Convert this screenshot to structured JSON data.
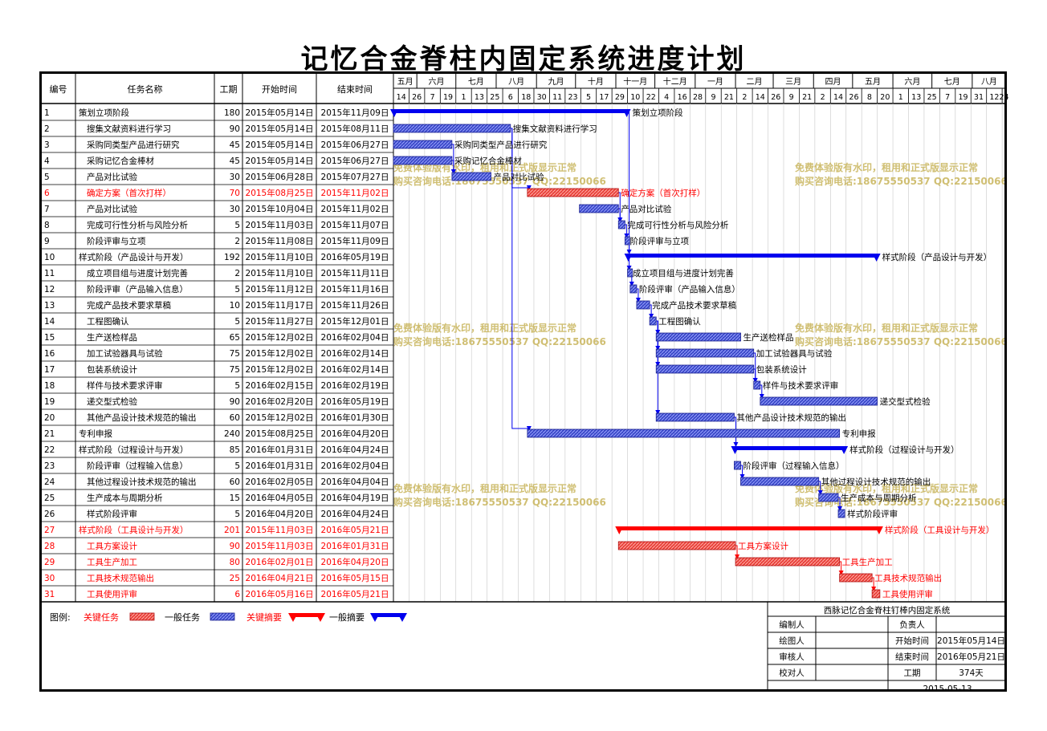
{
  "title": "记忆合金脊柱内固定系统进度计划",
  "colors": {
    "critical": "#e8403a",
    "normal": "#3b49c8",
    "critical_summary": "#ff0000",
    "normal_summary": "#0000ee",
    "watermark": "#c8b45a"
  },
  "table_headers": {
    "id": "编号",
    "name": "任务名称",
    "duration": "工期",
    "start": "开始时间",
    "end": "结束时间"
  },
  "month_labels": [
    "五月",
    "六月",
    "七月",
    "八月",
    "九月",
    "十月",
    "十一月",
    "十二月",
    "一月",
    "二月",
    "三月",
    "四月",
    "五月",
    "六月",
    "七月",
    "八月"
  ],
  "day_ticks": [
    "14",
    "26",
    "7",
    "19",
    "1",
    "13",
    "25",
    "6",
    "18",
    "30",
    "11",
    "23",
    "5",
    "17",
    "29",
    "10",
    "22",
    "4",
    "16",
    "28",
    "9",
    "21",
    "2",
    "14",
    "26",
    "9",
    "21",
    "2",
    "14",
    "26",
    "8",
    "20",
    "1",
    "13",
    "25",
    "7",
    "19",
    "31",
    "12",
    "24"
  ],
  "chart_data": {
    "type": "gantt",
    "title": "记忆合金脊柱内固定系统进度计划",
    "x_range": [
      "2015-05-14",
      "2016-08-27"
    ],
    "tasks": [
      {
        "id": "1",
        "name": "策划立项阶段",
        "level": 0,
        "duration": 180,
        "start": "2015年05月14日",
        "end": "2015年11月09日",
        "s": "2015-05-14",
        "e": "2015-11-09",
        "kind": "summary",
        "critical": false,
        "label": "策划立项阶段"
      },
      {
        "id": "2",
        "name": "搜集文献资料进行学习",
        "level": 1,
        "duration": 90,
        "start": "2015年05月14日",
        "end": "2015年08月11日",
        "s": "2015-05-14",
        "e": "2015-08-11",
        "kind": "task",
        "critical": false,
        "label": "搜集文献资料进行学习"
      },
      {
        "id": "3",
        "name": "采购同类型产品进行研究",
        "level": 1,
        "duration": 45,
        "start": "2015年05月14日",
        "end": "2015年06月27日",
        "s": "2015-05-14",
        "e": "2015-06-27",
        "kind": "task",
        "critical": false,
        "label": "采购同类型产品进行研究"
      },
      {
        "id": "4",
        "name": "采购记忆合金棒材",
        "level": 1,
        "duration": 45,
        "start": "2015年05月14日",
        "end": "2015年06月27日",
        "s": "2015-05-14",
        "e": "2015-06-27",
        "kind": "task",
        "critical": false,
        "label": "采购记忆合金棒材"
      },
      {
        "id": "5",
        "name": "产品对比试验",
        "level": 1,
        "duration": 30,
        "start": "2015年06月28日",
        "end": "2015年07月27日",
        "s": "2015-06-28",
        "e": "2015-07-27",
        "kind": "task",
        "critical": false,
        "label": "产品对比试验"
      },
      {
        "id": "6",
        "name": "确定方案（首次打样）",
        "level": 1,
        "duration": 70,
        "start": "2015年08月25日",
        "end": "2015年11月02日",
        "s": "2015-08-25",
        "e": "2015-11-02",
        "kind": "task",
        "critical": true,
        "label": "确定方案（首次打样）"
      },
      {
        "id": "7",
        "name": "产品对比试验",
        "level": 1,
        "duration": 30,
        "start": "2015年10月04日",
        "end": "2015年11月02日",
        "s": "2015-10-04",
        "e": "2015-11-02",
        "kind": "task",
        "critical": false,
        "label": "产品对比试验"
      },
      {
        "id": "8",
        "name": "完成可行性分析与风险分析",
        "level": 1,
        "duration": 5,
        "start": "2015年11月03日",
        "end": "2015年11月07日",
        "s": "2015-11-03",
        "e": "2015-11-07",
        "kind": "task",
        "critical": false,
        "label": "完成可行性分析与风险分析"
      },
      {
        "id": "9",
        "name": "阶段评审与立项",
        "level": 1,
        "duration": 2,
        "start": "2015年11月08日",
        "end": "2015年11月09日",
        "s": "2015-11-08",
        "e": "2015-11-09",
        "kind": "task",
        "critical": false,
        "label": "阶段评审与立项"
      },
      {
        "id": "10",
        "name": "样式阶段（产品设计与开发）",
        "level": 0,
        "duration": 192,
        "start": "2015年11月10日",
        "end": "2016年05月19日",
        "s": "2015-11-10",
        "e": "2016-05-19",
        "kind": "summary",
        "critical": false,
        "label": "样式阶段（产品设计与开发）"
      },
      {
        "id": "11",
        "name": "成立项目组与进度计划完善",
        "level": 1,
        "duration": 2,
        "start": "2015年11月10日",
        "end": "2015年11月11日",
        "s": "2015-11-10",
        "e": "2015-11-11",
        "kind": "task",
        "critical": false,
        "label": "成立项目组与进度计划完善"
      },
      {
        "id": "12",
        "name": "阶段评审（产品输入信息）",
        "level": 1,
        "duration": 5,
        "start": "2015年11月12日",
        "end": "2015年11月16日",
        "s": "2015-11-12",
        "e": "2015-11-16",
        "kind": "task",
        "critical": false,
        "label": "阶段评审（产品输入信息）"
      },
      {
        "id": "13",
        "name": "完成产品技术要求草稿",
        "level": 1,
        "duration": 10,
        "start": "2015年11月17日",
        "end": "2015年11月26日",
        "s": "2015-11-17",
        "e": "2015-11-26",
        "kind": "task",
        "critical": false,
        "label": "完成产品技术要求草稿"
      },
      {
        "id": "14",
        "name": "工程图确认",
        "level": 1,
        "duration": 5,
        "start": "2015年11月27日",
        "end": "2015年12月01日",
        "s": "2015-11-27",
        "e": "2015-12-01",
        "kind": "task",
        "critical": false,
        "label": "工程图确认"
      },
      {
        "id": "15",
        "name": "生产送检样品",
        "level": 1,
        "duration": 65,
        "start": "2015年12月02日",
        "end": "2016年02月04日",
        "s": "2015-12-02",
        "e": "2016-02-04",
        "kind": "task",
        "critical": false,
        "label": "生产送检样品"
      },
      {
        "id": "16",
        "name": "加工试验器具与试验",
        "level": 1,
        "duration": 75,
        "start": "2015年12月02日",
        "end": "2016年02月14日",
        "s": "2015-12-02",
        "e": "2016-02-14",
        "kind": "task",
        "critical": false,
        "label": "加工试验器具与试验"
      },
      {
        "id": "17",
        "name": "包装系统设计",
        "level": 1,
        "duration": 75,
        "start": "2015年12月02日",
        "end": "2016年02月14日",
        "s": "2015-12-02",
        "e": "2016-02-14",
        "kind": "task",
        "critical": false,
        "label": "包装系统设计"
      },
      {
        "id": "18",
        "name": "样件与技术要求评审",
        "level": 1,
        "duration": 5,
        "start": "2016年02月15日",
        "end": "2016年02月19日",
        "s": "2016-02-15",
        "e": "2016-02-19",
        "kind": "task",
        "critical": false,
        "label": "样件与技术要求评审"
      },
      {
        "id": "19",
        "name": "递交型式检验",
        "level": 1,
        "duration": 90,
        "start": "2016年02月20日",
        "end": "2016年05月19日",
        "s": "2016-02-20",
        "e": "2016-05-19",
        "kind": "task",
        "critical": false,
        "label": "递交型式检验"
      },
      {
        "id": "20",
        "name": "其他产品设计技术规范的输出",
        "level": 1,
        "duration": 60,
        "start": "2015年12月02日",
        "end": "2016年01月30日",
        "s": "2015-12-02",
        "e": "2016-01-30",
        "kind": "task",
        "critical": false,
        "label": "其他产品设计技术规范的输出"
      },
      {
        "id": "21",
        "name": "专利申报",
        "level": 0,
        "duration": 240,
        "start": "2015年08月25日",
        "end": "2016年04月20日",
        "s": "2015-08-25",
        "e": "2016-04-20",
        "kind": "task",
        "critical": false,
        "label": "专利申报"
      },
      {
        "id": "22",
        "name": "样式阶段（过程设计与开发）",
        "level": 0,
        "duration": 85,
        "start": "2016年01月31日",
        "end": "2016年04月24日",
        "s": "2016-01-31",
        "e": "2016-04-24",
        "kind": "summary",
        "critical": false,
        "label": "样式阶段（过程设计与开发）"
      },
      {
        "id": "23",
        "name": "阶段评审（过程输入信息）",
        "level": 1,
        "duration": 5,
        "start": "2016年01月31日",
        "end": "2016年02月04日",
        "s": "2016-01-31",
        "e": "2016-02-04",
        "kind": "task",
        "critical": false,
        "label": "阶段评审（过程输入信息）"
      },
      {
        "id": "24",
        "name": "其他过程设计技术规范的输出",
        "level": 1,
        "duration": 60,
        "start": "2016年02月05日",
        "end": "2016年04月04日",
        "s": "2016-02-05",
        "e": "2016-04-04",
        "kind": "task",
        "critical": false,
        "label": "其他过程设计技术规范的输出"
      },
      {
        "id": "25",
        "name": "生产成本与周期分析",
        "level": 1,
        "duration": 15,
        "start": "2016年04月05日",
        "end": "2016年04月19日",
        "s": "2016-04-05",
        "e": "2016-04-19",
        "kind": "task",
        "critical": false,
        "label": "生产成本与周期分析"
      },
      {
        "id": "26",
        "name": "样式阶段评审",
        "level": 1,
        "duration": 5,
        "start": "2016年04月20日",
        "end": "2016年04月24日",
        "s": "2016-04-20",
        "e": "2016-04-24",
        "kind": "task",
        "critical": false,
        "label": "样式阶段评审"
      },
      {
        "id": "27",
        "name": "样式阶段（工具设计与开发）",
        "level": 0,
        "duration": 201,
        "start": "2015年11月03日",
        "end": "2016年05月21日",
        "s": "2015-11-03",
        "e": "2016-05-21",
        "kind": "summary",
        "critical": true,
        "label": "样式阶段（工具设计与开发）"
      },
      {
        "id": "28",
        "name": "工具方案设计",
        "level": 1,
        "duration": 90,
        "start": "2015年11月03日",
        "end": "2016年01月31日",
        "s": "2015-11-03",
        "e": "2016-01-31",
        "kind": "task",
        "critical": true,
        "label": "工具方案设计"
      },
      {
        "id": "29",
        "name": "工具生产加工",
        "level": 1,
        "duration": 80,
        "start": "2016年02月01日",
        "end": "2016年04月20日",
        "s": "2016-02-01",
        "e": "2016-04-20",
        "kind": "task",
        "critical": true,
        "label": "工具生产加工"
      },
      {
        "id": "30",
        "name": "工具技术规范输出",
        "level": 1,
        "duration": 25,
        "start": "2016年04月21日",
        "end": "2016年05月15日",
        "s": "2016-04-21",
        "e": "2016-05-15",
        "kind": "task",
        "critical": true,
        "label": "工具技术规范输出"
      },
      {
        "id": "31",
        "name": "工具使用评审",
        "level": 1,
        "duration": 6,
        "start": "2016年05月16日",
        "end": "2016年05月21日",
        "s": "2016-05-16",
        "e": "2016-05-21",
        "kind": "task",
        "critical": true,
        "label": "工具使用评审"
      }
    ],
    "dependencies": [
      [
        "2",
        "6"
      ],
      [
        "2",
        "21"
      ],
      [
        "3",
        "5"
      ],
      [
        "4",
        "5"
      ],
      [
        "6",
        "8"
      ],
      [
        "7",
        "8"
      ],
      [
        "8",
        "9"
      ],
      [
        "9",
        "11"
      ],
      [
        "11",
        "12"
      ],
      [
        "12",
        "13"
      ],
      [
        "13",
        "14"
      ],
      [
        "14",
        "15"
      ],
      [
        "14",
        "16"
      ],
      [
        "14",
        "17"
      ],
      [
        "14",
        "20"
      ],
      [
        "16",
        "18"
      ],
      [
        "17",
        "18"
      ],
      [
        "18",
        "19"
      ],
      [
        "20",
        "22"
      ],
      [
        "23",
        "24"
      ],
      [
        "24",
        "25"
      ],
      [
        "25",
        "26"
      ],
      [
        "28",
        "29"
      ],
      [
        "29",
        "30"
      ],
      [
        "30",
        "31"
      ],
      [
        "1",
        "10"
      ]
    ],
    "legend": {
      "label": "图例:",
      "items": [
        {
          "text": "关键任务",
          "kind": "critical-task"
        },
        {
          "text": "一般任务",
          "kind": "normal-task"
        },
        {
          "text": "关键摘要",
          "kind": "critical-summary"
        },
        {
          "text": "一般摘要",
          "kind": "normal-summary"
        }
      ]
    }
  },
  "watermark": {
    "line1": "免费体验版有水印，租用和正式版显示正常",
    "line2": "购买咨询电话:18675550537 QQ:22150066"
  },
  "info_box": {
    "project": "西脉记忆合金脊柱钉棒内固定系统",
    "rows": [
      [
        "编制人",
        "",
        "负责人",
        ""
      ],
      [
        "绘图人",
        "",
        "开始时间",
        "2015年05月14日"
      ],
      [
        "审核人",
        "",
        "结束时间",
        "2016年05月21日"
      ],
      [
        "校对人",
        "",
        "工期",
        "374天"
      ]
    ],
    "date": "2015-05-13"
  }
}
